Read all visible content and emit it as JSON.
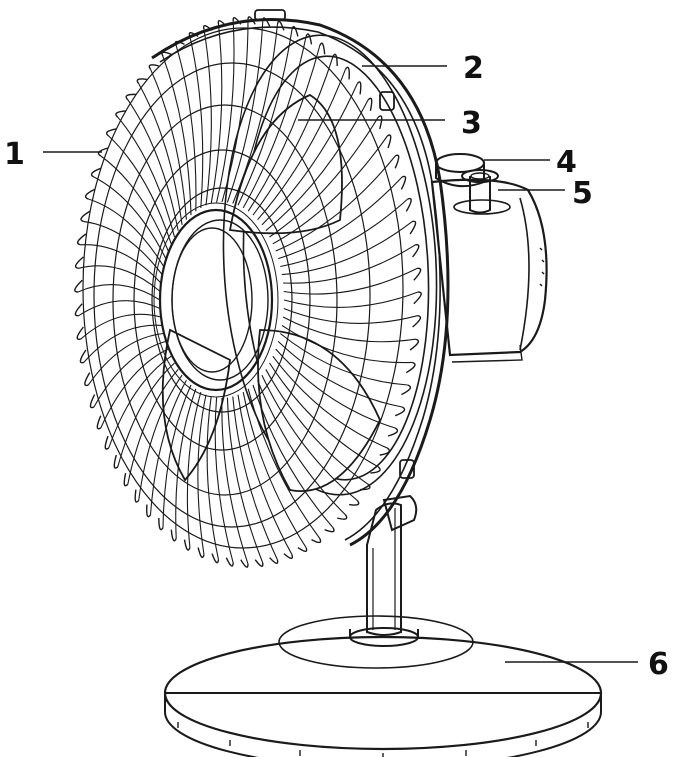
{
  "diagram": {
    "subject": "desk-fan",
    "ink_color": "#1a1a1a",
    "background_color": "#ffffff",
    "callouts": [
      {
        "id": "c1",
        "label": "1"
      },
      {
        "id": "c2",
        "label": "2"
      },
      {
        "id": "c3",
        "label": "3"
      },
      {
        "id": "c4",
        "label": "4"
      },
      {
        "id": "c5",
        "label": "5"
      },
      {
        "id": "c6",
        "label": "6"
      }
    ]
  }
}
